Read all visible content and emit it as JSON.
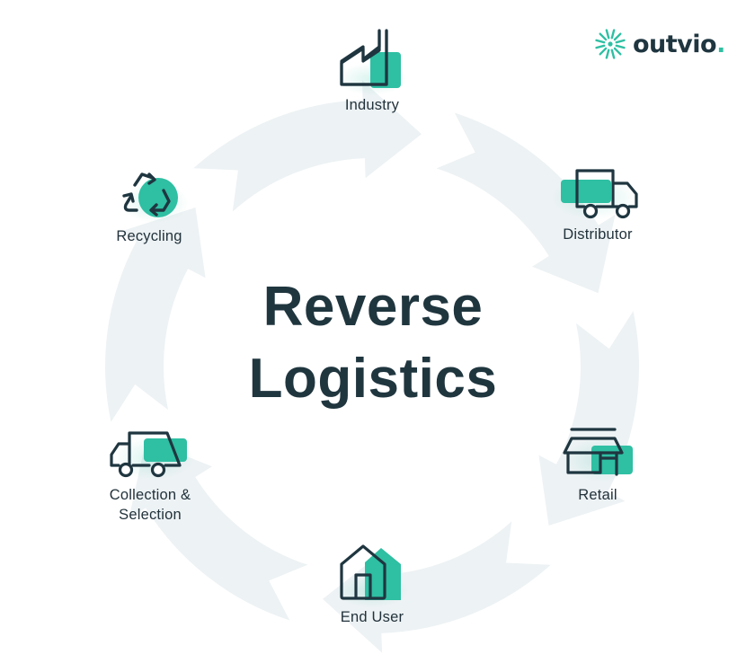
{
  "brand": {
    "name": "outvio",
    "dot": ".",
    "icon": "sunburst-logo-icon",
    "accent_color": "#2fbfa3"
  },
  "title": {
    "line1": "Reverse",
    "line2": "Logistics"
  },
  "colors": {
    "text": "#20363f",
    "icon_stroke": "#1f3640",
    "accent": "#2fbfa3",
    "ring": "#edf2f4"
  },
  "cycle": {
    "direction": "clockwise",
    "stages": [
      {
        "id": "industry",
        "label": "Industry",
        "icon": "factory-icon"
      },
      {
        "id": "distributor",
        "label": "Distributor",
        "icon": "delivery-truck-icon"
      },
      {
        "id": "retail",
        "label": "Retail",
        "icon": "storefront-icon"
      },
      {
        "id": "end-user",
        "label": "End User",
        "icon": "house-icon"
      },
      {
        "id": "collection",
        "label_line1": "Collection &",
        "label_line2": "Selection",
        "icon": "collection-truck-icon"
      },
      {
        "id": "recycling",
        "label": "Recycling",
        "icon": "recycle-icon"
      }
    ]
  }
}
